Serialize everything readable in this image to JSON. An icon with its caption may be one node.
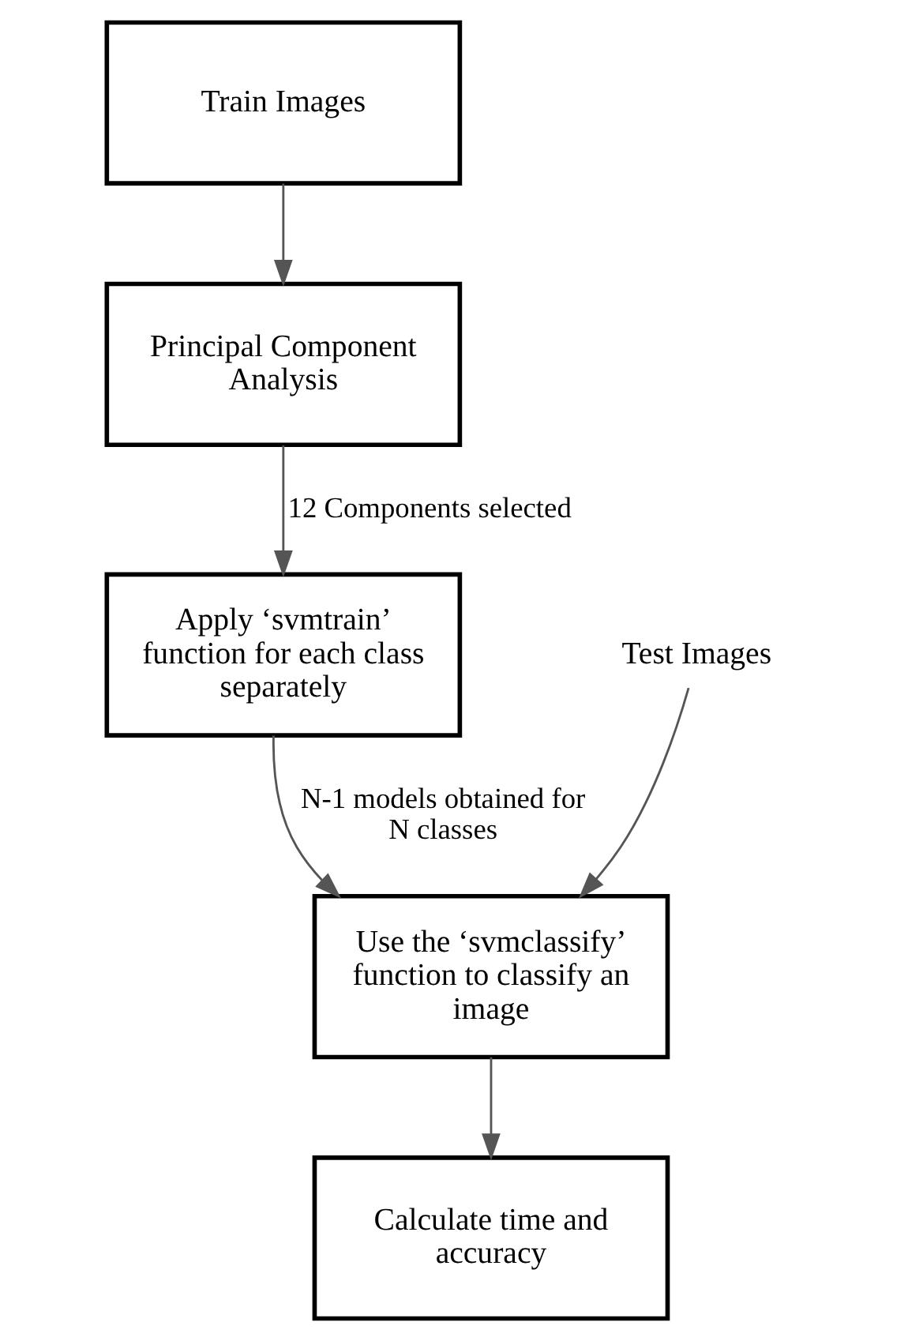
{
  "diagram": {
    "nodes": [
      {
        "text": [
          "Train Images"
        ]
      },
      {
        "text": [
          "Principal Component Analysis"
        ]
      },
      {
        "text": [
          "Apply ‘svmtrain’ function for each class separately"
        ]
      },
      {
        "text": [
          "Test Images"
        ]
      },
      {
        "text": [
          "Use the ‘svmclassify’ function to classify an image"
        ]
      },
      {
        "text": [
          "Calculate time and accuracy"
        ]
      }
    ],
    "edges": [
      {
        "from": 0,
        "to": 1,
        "arrow": "to"
      },
      {
        "from": 1,
        "to": 2,
        "arrow": "to",
        "label": "12 Components selected"
      },
      {
        "from": 2,
        "to": 4,
        "arrow": "to",
        "label": "N-1 models obtained for N classes"
      },
      {
        "from": 3,
        "to": 4,
        "arrow": "to"
      },
      {
        "from": 4,
        "to": 5,
        "arrow": "to"
      }
    ]
  }
}
